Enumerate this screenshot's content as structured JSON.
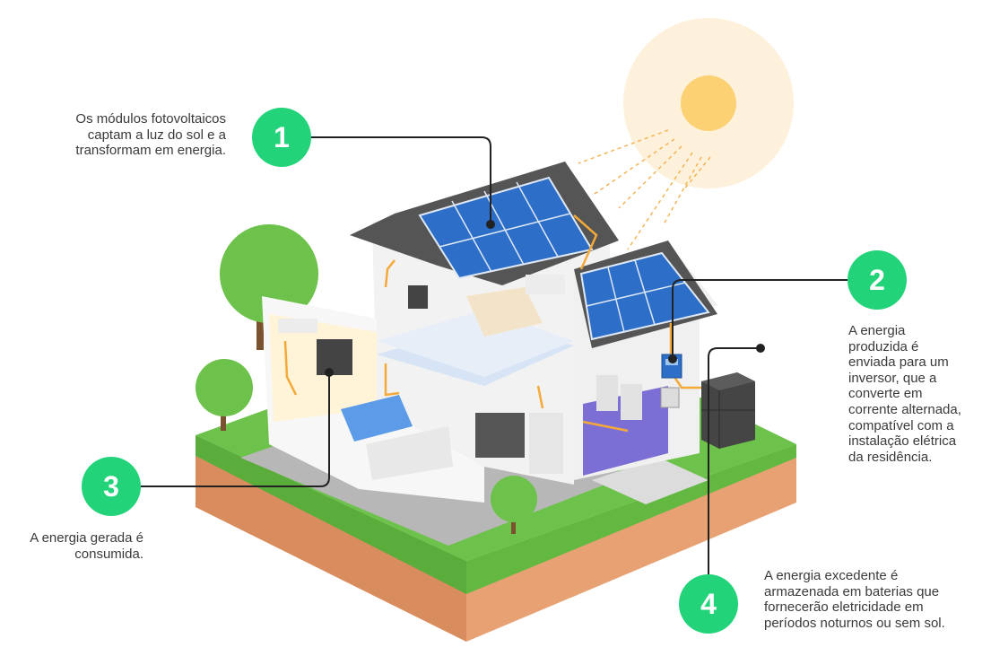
{
  "steps": [
    {
      "number": "1",
      "text": "Os módulos fotovoltaicos\ncaptam a luz do sol e a\ntransformam em energia."
    },
    {
      "number": "2",
      "text": "A energia\nproduzida é\nenviada para um\ninversor, que a\nconverte em\ncorrente alternada,\ncompatível com a\ninstalação elétrica\nda residência."
    },
    {
      "number": "3",
      "text": "A energia gerada é\nconsumida."
    },
    {
      "number": "4",
      "text": "A energia excedente é\narmazenada em baterias que\nfornecerão eletricidade em\nperíodos noturnos ou sem sol."
    }
  ],
  "colors": {
    "badge": "#23d379",
    "wire": "#f4a938",
    "panel": "#2d6fc8",
    "grass": "#6cc24a",
    "soil": "#e7a172",
    "sun": "#fcd173"
  },
  "icons": [
    "sun-icon",
    "solar-panel-icon",
    "inverter-icon",
    "battery-icon",
    "house-icon",
    "tree-icon"
  ]
}
